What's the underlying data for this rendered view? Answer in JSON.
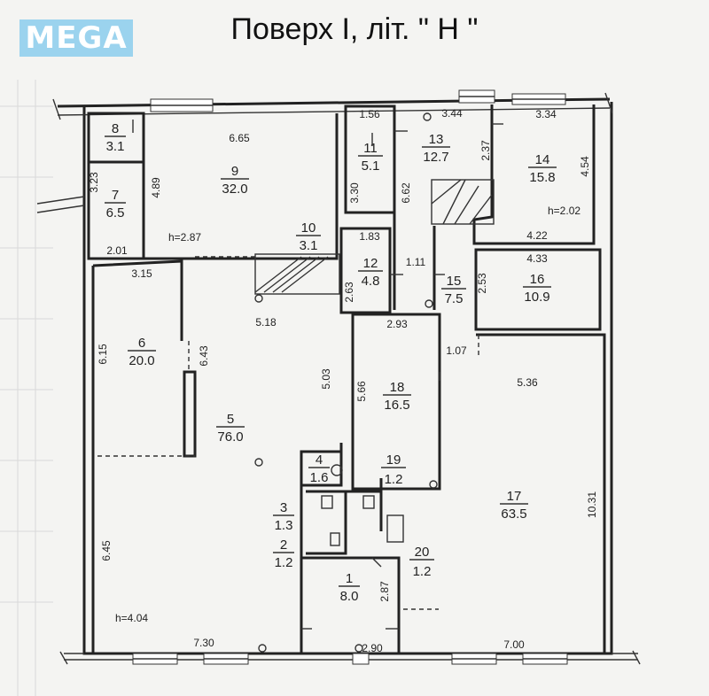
{
  "logo": {
    "text": "MEGA"
  },
  "title": "Поверх І, літ. \" Н \"",
  "rooms": [
    {
      "num": "1",
      "area": "8.0"
    },
    {
      "num": "2",
      "area": "1.2"
    },
    {
      "num": "3",
      "area": "1.3"
    },
    {
      "num": "4",
      "area": "1.6"
    },
    {
      "num": "5",
      "area": "76.0"
    },
    {
      "num": "6",
      "area": "20.0"
    },
    {
      "num": "7",
      "area": "6.5"
    },
    {
      "num": "8",
      "area": "3.1"
    },
    {
      "num": "9",
      "area": "32.0"
    },
    {
      "num": "10",
      "area": "3.1"
    },
    {
      "num": "11",
      "area": "5.1"
    },
    {
      "num": "12",
      "area": "4.8"
    },
    {
      "num": "13",
      "area": "12.7"
    },
    {
      "num": "14",
      "area": "15.8"
    },
    {
      "num": "15",
      "area": "7.5"
    },
    {
      "num": "16",
      "area": "10.9"
    },
    {
      "num": "17",
      "area": "63.5"
    },
    {
      "num": "18",
      "area": "16.5"
    },
    {
      "num": "19",
      "area": "1.2"
    },
    {
      "num": "20",
      "area": "1.2"
    }
  ],
  "dimensions": [
    "6.65",
    "1.56",
    "3.44",
    "3.34",
    "3.23",
    "4.89",
    "3.30",
    "6.62",
    "2.37",
    "4.54",
    "2.01",
    "1.83",
    "4.22",
    "4.33",
    "3.15",
    "2.63",
    "1.11",
    "2.53",
    "5.18",
    "2.93",
    "6.15",
    "6.43",
    "5.03",
    "5.66",
    "1.07",
    "5.36",
    "10.31",
    "6.45",
    "2.87",
    "7.30",
    "2.90",
    "7.00"
  ],
  "heights": [
    "h=2.87",
    "h=2.02",
    "h=4.04"
  ]
}
